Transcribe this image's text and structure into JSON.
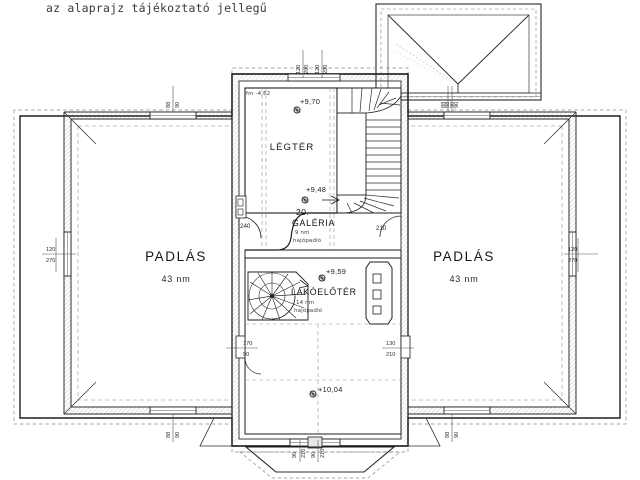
{
  "page": {
    "header_note": "az alaprajz tájékoztató jellegű",
    "background": "#ffffff",
    "ink": "#1a1a1a"
  },
  "drawing": {
    "title_left_room": "PADLÁS",
    "title_right_room": "PADLÁS",
    "left_area": "43 nm",
    "right_area": "43 nm",
    "void_label": "LÉGTÉR",
    "gallery_number": "20.",
    "gallery_label": "GALÉRIA",
    "gallery_hand_1": "9 nm",
    "gallery_hand_2": "hajópadló",
    "hall_label": "LAKÓELŐTÉR",
    "hall_hand_1": "14 nm",
    "hall_hand_2": "hajópadló",
    "note_top_left": "fm -4,62"
  },
  "elevations": [
    {
      "id": "elev-legter",
      "text": "+9,70"
    },
    {
      "id": "elev-galeria",
      "text": "+9,48"
    },
    {
      "id": "elev-lakoelotér",
      "text": "+9,59"
    },
    {
      "id": "elev-lower",
      "text": "+10,04"
    }
  ],
  "dimensions": {
    "top_left_window": {
      "over": "88",
      "under": "90"
    },
    "top_center_left": {
      "over": "120",
      "under": "290"
    },
    "top_center_right": {
      "over": "120",
      "under": "290"
    },
    "top_right_window": {
      "over": "88",
      "under": "90"
    },
    "left_wall_upper": {
      "over": "120",
      "under": "270"
    },
    "left_wall_lower": {
      "over": "120",
      "under": "270"
    },
    "right_wall_upper": {
      "over": "120",
      "under": "270"
    },
    "right_wall_lower": {
      "over": "120",
      "under": "270"
    },
    "bottom_left_window": {
      "over": "88",
      "under": "90"
    },
    "bottom_right_window": {
      "over": "88",
      "under": "90"
    },
    "bottom_center_a": "90",
    "bottom_center_b": "210",
    "bottom_center_c": "90",
    "bottom_center_d": "210",
    "center_left_inner": {
      "over": "170",
      "under": "90"
    },
    "center_right_inner": {
      "over": "130",
      "under": "210"
    },
    "roof_annex_a": "88",
    "roof_annex_b": "90"
  },
  "doors": [
    {
      "id": "door-galeria-left",
      "width": "240"
    },
    {
      "id": "door-galeria-right",
      "width": "210"
    },
    {
      "id": "door-hall-left",
      "width": "210"
    },
    {
      "id": "door-hall-right",
      "width": "210"
    }
  ]
}
